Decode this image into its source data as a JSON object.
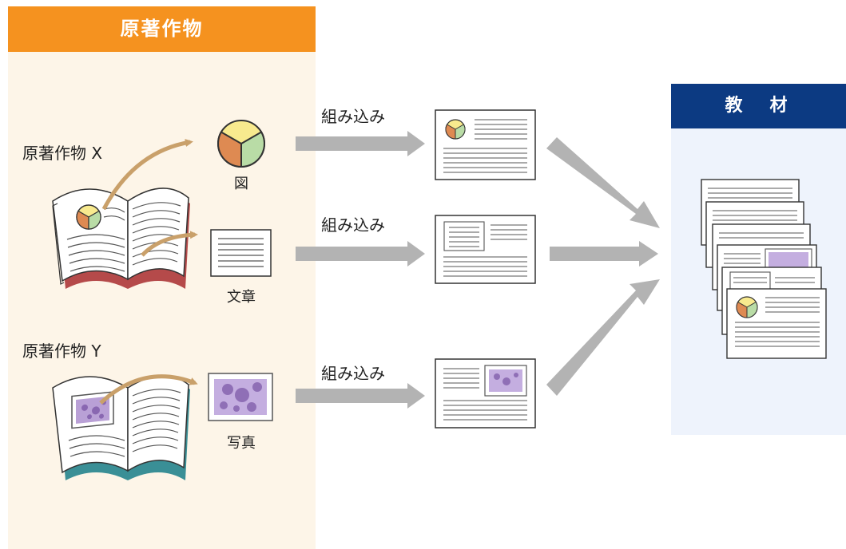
{
  "source": {
    "header": "原著作物",
    "work_x": "原著作物 X",
    "work_y": "原著作物 Y",
    "items": {
      "figure": "図",
      "text": "文章",
      "photo": "写真"
    }
  },
  "process": {
    "embed_label_1": "組み込み",
    "embed_label_2": "組み込み",
    "embed_label_3": "組み込み"
  },
  "result": {
    "header": "教　材"
  },
  "colors": {
    "source_header": "#f5921f",
    "source_bg": "#fdf5e8",
    "result_header": "#0c3a82",
    "result_bg": "#eef3fc",
    "arrow_gray": "#b3b3b3",
    "curved_arrow": "#c9a06a",
    "pie_yellow": "#f8ea8e",
    "pie_orange": "#de8a52",
    "pie_green": "#b9dca6",
    "photo_purple": "#a98fc8"
  }
}
